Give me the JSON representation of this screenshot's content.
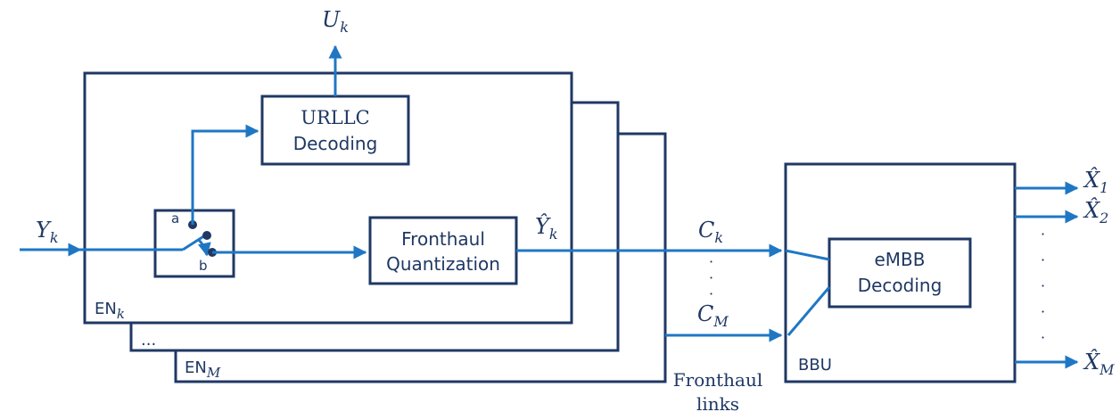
{
  "blocks": {
    "urllc_line1": "URLLC",
    "urllc_line2": "Decoding",
    "fronthaul_q_line1": "Fronthaul",
    "fronthaul_q_line2": "Quantization",
    "embb_line1": "eMBB",
    "embb_line2": "Decoding",
    "bbu": "BBU"
  },
  "labels": {
    "en_k_main": "EN",
    "en_k_sub": "k",
    "en_m_main": "EN",
    "en_m_sub": "M",
    "ellipsis": "...",
    "fronthaul_links_line1": "Fronthaul",
    "fronthaul_links_line2": "links",
    "switch_a": "a",
    "switch_b": "b"
  },
  "signals": {
    "u_main": "U",
    "u_sub": "k",
    "y_main": "Y",
    "y_sub": "k",
    "yhat_main": "Ŷ",
    "yhat_sub": "k",
    "c_k_main": "C",
    "c_k_sub": "k",
    "c_m_main": "C",
    "c_m_sub": "M",
    "vdots": "·",
    "x1_main": "X̂",
    "x1_sub": "1",
    "x2_main": "X̂",
    "x2_sub": "2",
    "xm_main": "X̂",
    "xm_sub": "M"
  },
  "colors": {
    "box_stroke": "#1f3864",
    "signal": "#1f77c4"
  }
}
